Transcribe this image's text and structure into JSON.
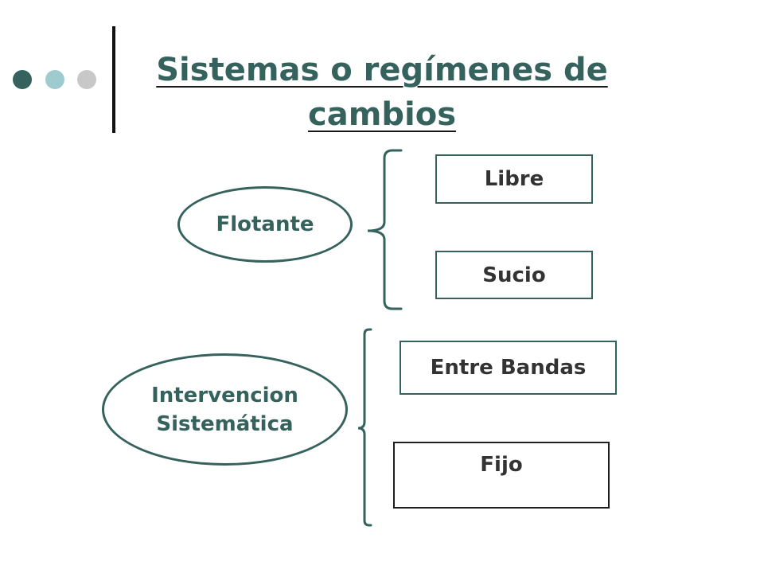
{
  "slide": {
    "title": "Sistemas o regímenes de cambios",
    "accent_colors": {
      "dot_dark": "#35625c",
      "dot_light": "#9ecbd0",
      "dot_gray": "#c8c8c8",
      "diagram_stroke": "#35625c",
      "title_text": "#35625c"
    }
  },
  "diagram": {
    "groups": [
      {
        "label": "Flotante",
        "items": [
          "Libre",
          "Sucio"
        ]
      },
      {
        "label_line1": "Intervencion",
        "label_line2": "Sistemática",
        "items": [
          "Entre Bandas",
          "Fijo"
        ]
      }
    ]
  }
}
